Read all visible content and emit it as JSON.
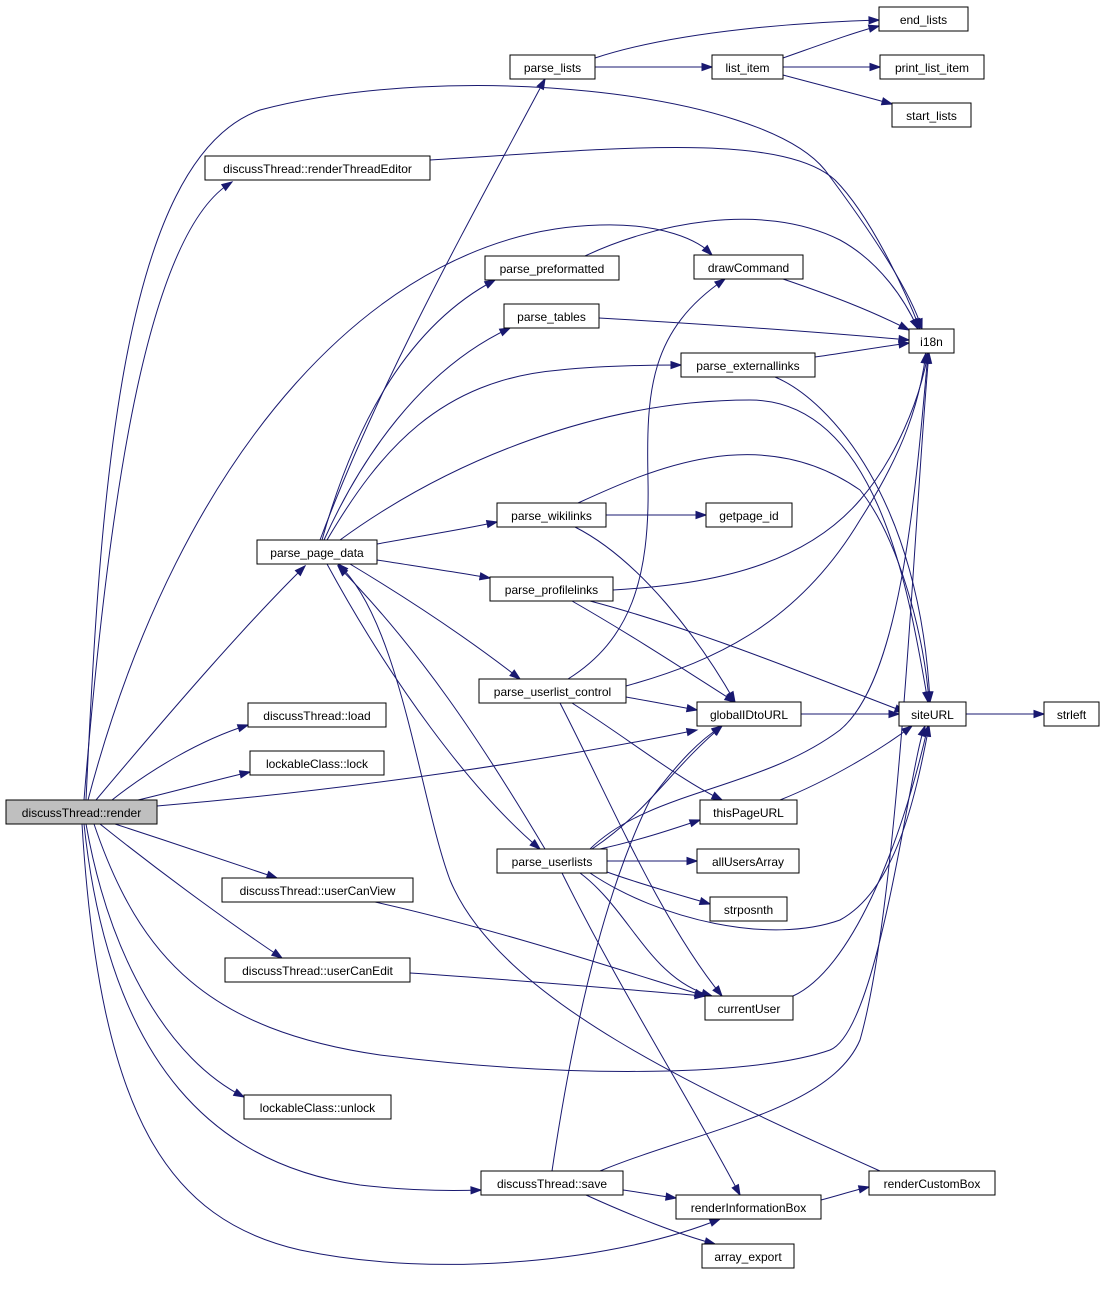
{
  "diagram": {
    "type": "call-graph",
    "colors": {
      "edge": "#191970",
      "root_fill": "#bfbfbf",
      "node_fill": "#ffffff",
      "node_border": "#000000"
    },
    "nodes": [
      {
        "id": "render",
        "label": "discussThread::render",
        "highlighted": true
      },
      {
        "id": "renderThreadEditor",
        "label": "discussThread::renderThreadEditor"
      },
      {
        "id": "load",
        "label": "discussThread::load"
      },
      {
        "id": "lock",
        "label": "lockableClass::lock"
      },
      {
        "id": "userCanView",
        "label": "discussThread::userCanView"
      },
      {
        "id": "userCanEdit",
        "label": "discussThread::userCanEdit"
      },
      {
        "id": "unlock",
        "label": "lockableClass::unlock"
      },
      {
        "id": "save",
        "label": "discussThread::save"
      },
      {
        "id": "parse_page_data",
        "label": "parse_page_data"
      },
      {
        "id": "parse_lists",
        "label": "parse_lists"
      },
      {
        "id": "list_item",
        "label": "list_item"
      },
      {
        "id": "end_lists",
        "label": "end_lists"
      },
      {
        "id": "print_list_item",
        "label": "print_list_item"
      },
      {
        "id": "start_lists",
        "label": "start_lists"
      },
      {
        "id": "parse_preformatted",
        "label": "parse_preformatted"
      },
      {
        "id": "drawCommand",
        "label": "drawCommand"
      },
      {
        "id": "parse_tables",
        "label": "parse_tables"
      },
      {
        "id": "i18n",
        "label": "i18n"
      },
      {
        "id": "parse_externallinks",
        "label": "parse_externallinks"
      },
      {
        "id": "parse_wikilinks",
        "label": "parse_wikilinks"
      },
      {
        "id": "getpage_id",
        "label": "getpage_id"
      },
      {
        "id": "parse_profilelinks",
        "label": "parse_profilelinks"
      },
      {
        "id": "parse_userlist_control",
        "label": "parse_userlist_control"
      },
      {
        "id": "globalIDtoURL",
        "label": "globalIDtoURL"
      },
      {
        "id": "siteURL",
        "label": "siteURL"
      },
      {
        "id": "strleft",
        "label": "strleft"
      },
      {
        "id": "thisPageURL",
        "label": "thisPageURL"
      },
      {
        "id": "parse_userlists",
        "label": "parse_userlists"
      },
      {
        "id": "allUsersArray",
        "label": "allUsersArray"
      },
      {
        "id": "strposnth",
        "label": "strposnth"
      },
      {
        "id": "currentUser",
        "label": "currentUser"
      },
      {
        "id": "renderCustomBox",
        "label": "renderCustomBox"
      },
      {
        "id": "renderInformationBox",
        "label": "renderInformationBox"
      },
      {
        "id": "array_export",
        "label": "array_export"
      }
    ],
    "edges": [
      [
        "render",
        "renderThreadEditor"
      ],
      [
        "render",
        "i18n"
      ],
      [
        "render",
        "drawCommand"
      ],
      [
        "render",
        "parse_page_data"
      ],
      [
        "render",
        "load"
      ],
      [
        "render",
        "lock"
      ],
      [
        "render",
        "globalIDtoURL"
      ],
      [
        "render",
        "userCanView"
      ],
      [
        "render",
        "userCanEdit"
      ],
      [
        "render",
        "siteURL"
      ],
      [
        "render",
        "unlock"
      ],
      [
        "render",
        "save"
      ],
      [
        "render",
        "renderInformationBox"
      ],
      [
        "renderThreadEditor",
        "i18n"
      ],
      [
        "parse_lists",
        "end_lists"
      ],
      [
        "parse_lists",
        "list_item"
      ],
      [
        "list_item",
        "end_lists"
      ],
      [
        "list_item",
        "print_list_item"
      ],
      [
        "list_item",
        "start_lists"
      ],
      [
        "parse_page_data",
        "parse_lists"
      ],
      [
        "parse_page_data",
        "parse_preformatted"
      ],
      [
        "parse_page_data",
        "parse_tables"
      ],
      [
        "parse_page_data",
        "parse_externallinks"
      ],
      [
        "parse_page_data",
        "siteURL"
      ],
      [
        "parse_page_data",
        "parse_wikilinks"
      ],
      [
        "parse_page_data",
        "parse_profilelinks"
      ],
      [
        "parse_page_data",
        "parse_userlist_control"
      ],
      [
        "parse_page_data",
        "parse_userlists"
      ],
      [
        "parse_preformatted",
        "i18n"
      ],
      [
        "drawCommand",
        "i18n"
      ],
      [
        "parse_tables",
        "i18n"
      ],
      [
        "parse_externallinks",
        "i18n"
      ],
      [
        "parse_externallinks",
        "siteURL"
      ],
      [
        "parse_wikilinks",
        "getpage_id"
      ],
      [
        "parse_wikilinks",
        "siteURL"
      ],
      [
        "parse_wikilinks",
        "globalIDtoURL"
      ],
      [
        "parse_profilelinks",
        "i18n"
      ],
      [
        "parse_profilelinks",
        "siteURL"
      ],
      [
        "parse_profilelinks",
        "globalIDtoURL"
      ],
      [
        "parse_userlist_control",
        "drawCommand"
      ],
      [
        "parse_userlist_control",
        "i18n"
      ],
      [
        "parse_userlist_control",
        "globalIDtoURL"
      ],
      [
        "parse_userlist_control",
        "thisPageURL"
      ],
      [
        "parse_userlist_control",
        "currentUser"
      ],
      [
        "globalIDtoURL",
        "siteURL"
      ],
      [
        "siteURL",
        "strleft"
      ],
      [
        "thisPageURL",
        "siteURL"
      ],
      [
        "parse_userlists",
        "i18n"
      ],
      [
        "parse_userlists",
        "globalIDtoURL"
      ],
      [
        "parse_userlists",
        "thisPageURL"
      ],
      [
        "parse_userlists",
        "allUsersArray"
      ],
      [
        "parse_userlists",
        "strposnth"
      ],
      [
        "parse_userlists",
        "currentUser"
      ],
      [
        "parse_userlists",
        "siteURL"
      ],
      [
        "parse_userlists",
        "renderInformationBox"
      ],
      [
        "parse_userlists",
        "parse_page_data"
      ],
      [
        "userCanView",
        "currentUser"
      ],
      [
        "userCanEdit",
        "currentUser"
      ],
      [
        "currentUser",
        "siteURL"
      ],
      [
        "save",
        "globalIDtoURL"
      ],
      [
        "save",
        "i18n"
      ],
      [
        "save",
        "renderInformationBox"
      ],
      [
        "save",
        "array_export"
      ],
      [
        "renderInformationBox",
        "renderCustomBox"
      ],
      [
        "renderCustomBox",
        "parse_page_data"
      ]
    ]
  }
}
